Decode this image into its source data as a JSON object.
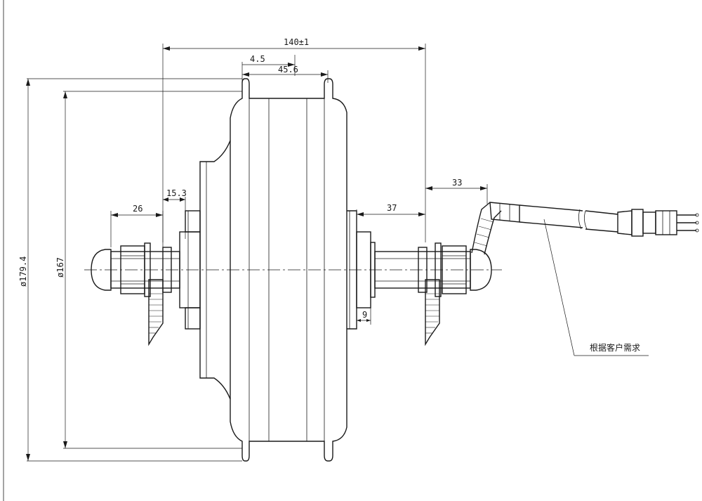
{
  "dimensions": {
    "overall_width": "140±1",
    "offset_small": "4.5",
    "rim_width": "45.6",
    "flange_left": "15.3",
    "axle_left": "26",
    "cable_offset": "33",
    "axle_right": "37",
    "step_small": "9",
    "dia_outer": "ø179.4",
    "dia_rim": "ø167"
  },
  "notes": {
    "cable_note": "根据客户需求"
  }
}
